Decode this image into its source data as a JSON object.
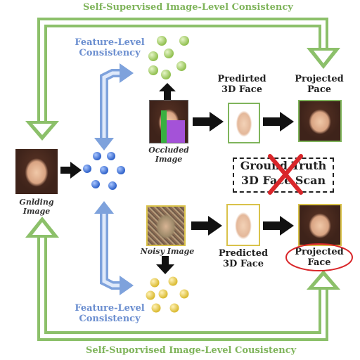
{
  "top_title": "Self-Supervised Image-Level Consistency",
  "bottom_title": "Self-Suporvised Image-Level Cousistency",
  "feature_top": "Feature-Level Consistency",
  "feature_bottom": "Feature-Level Consistency",
  "input_label": "Gnlding Image",
  "occluded_label": "Occluded Image",
  "noisy_label": "Noisy Image",
  "pred_top": "Predirted 3D Face",
  "pred_bottom": "Predicted 3D Face",
  "proj_top": "Projected Pace",
  "proj_bottom": "Projected Face",
  "gt_line1": "Ground Truth",
  "gt_line2": "3D Face Scan",
  "colors": {
    "green_arrow": "#8cc06a",
    "blue_arrow": "#7ea2dc",
    "green_dot": "#9ccc5a",
    "blue_dot": "#3f6fd0",
    "yellow_dot": "#e3c94a",
    "red_mark": "#d9262a",
    "occluder_green": "#38b040",
    "occluder_purple": "#a452d8"
  }
}
